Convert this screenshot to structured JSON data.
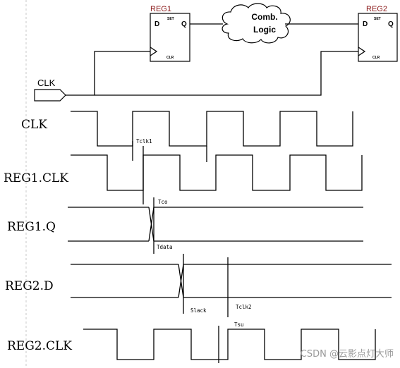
{
  "circuit": {
    "reg1": {
      "title": "REG1",
      "d": "D",
      "q": "Q",
      "set": "SET",
      "clr": "CLR"
    },
    "reg2": {
      "title": "REG2",
      "d": "D",
      "q": "Q",
      "set": "SET",
      "clr": "CLR"
    },
    "logic": {
      "line1": "Comb.",
      "line2": "Logic"
    },
    "clock_input": "CLK"
  },
  "signals": [
    {
      "id": "clk",
      "label": "CLK"
    },
    {
      "id": "reg1_clk",
      "label": "REG1.CLK"
    },
    {
      "id": "reg1_q",
      "label": "REG1.Q"
    },
    {
      "id": "reg2_d",
      "label": "REG2.D"
    },
    {
      "id": "reg2_clk",
      "label": "REG2.CLK"
    }
  ],
  "timing_labels": {
    "tclk1": "Tclk1",
    "tco": "Tco",
    "tdata": "Tdata",
    "slack": "Slack",
    "tclk2": "Tclk2",
    "tsu": "Tsu"
  },
  "watermark": "CSDN @云影点灯大师"
}
